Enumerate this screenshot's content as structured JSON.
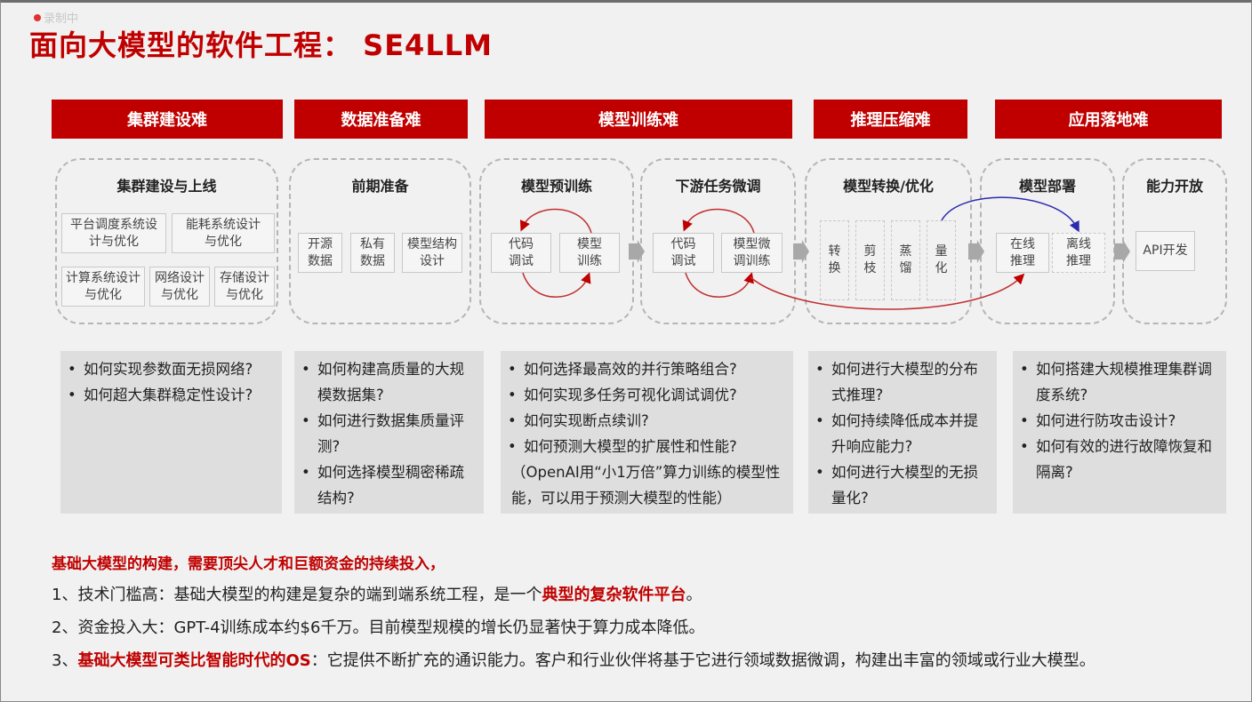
{
  "recording": {
    "label": "录制中"
  },
  "title": "面向大模型的软件工程： SE4LLM",
  "headers": [
    "集群建设难",
    "数据准备难",
    "模型训练难",
    "推理压缩难",
    "应用落地难"
  ],
  "stages": {
    "cluster": {
      "title": "集群建设与上线",
      "items": [
        "平台调度系统设计与优化",
        "能耗系统设计与优化",
        "计算系统设计与优化",
        "网络设计与优化",
        "存储设计与优化"
      ]
    },
    "data": {
      "title": "前期准备",
      "items": [
        "开源数据",
        "私有数据",
        "模型结构设计"
      ]
    },
    "pretrain": {
      "title": "模型预训练",
      "items": [
        "代码调试",
        "模型训练"
      ]
    },
    "finetune": {
      "title": "下游任务微调",
      "items": [
        "代码调试",
        "模型微调训练"
      ]
    },
    "convert": {
      "title": "模型转换/优化",
      "items": [
        "转换",
        "剪枝",
        "蒸馏",
        "量化"
      ]
    },
    "deploy": {
      "title": "模型部署",
      "items": [
        "在线推理",
        "离线推理"
      ]
    },
    "open": {
      "title": "能力开放",
      "items": [
        "API开发"
      ]
    }
  },
  "questions": [
    [
      "如何实现参数面无损网络?",
      "如何超大集群稳定性设计?"
    ],
    [
      "如何构建高质量的大规模数据集?",
      "如何进行数据集质量评测?",
      "如何选择模型稠密稀疏结构?"
    ],
    [
      "如何选择最高效的并行策略组合?",
      "如何实现多任务可视化调试调优?",
      "如何实现断点续训?",
      "如何预测大模型的扩展性和性能?"
    ],
    [
      "如何进行大模型的分布式推理?",
      "如何持续降低成本并提升响应能力?",
      "如何进行大模型的无损量化?"
    ],
    [
      "如何搭建大规模推理集群调度系统?",
      "如何进行防攻击设计?",
      "如何有效的进行故障恢复和隔离?"
    ]
  ],
  "training_note": "（OpenAI用“小1万倍”算力训练的模型性能，可以用于预测大模型的性能）",
  "summary": {
    "heading": "基础大模型的构建，需要顶尖人才和巨额资金的持续投入，",
    "p1_prefix": "1、技术门槛高：基础大模型的构建是复杂的端到端系统工程，是一个",
    "p1_em": "典型的复杂软件平台",
    "p1_suffix": "。",
    "p2": "2、资金投入大：GPT-4训练成本约$6千万。目前模型规模的增长仍显著快于算力成本降低。",
    "p3_prefix": "3、",
    "p3_em": "基础大模型可类比智能时代的OS",
    "p3_suffix": "：它提供不断扩充的通识能力。客户和行业伙伴将基于它进行领域数据微调，构建出丰富的领域或行业大模型。"
  },
  "colors": {
    "accent": "#c00000",
    "arrow_blue": "#2b2bb0"
  }
}
